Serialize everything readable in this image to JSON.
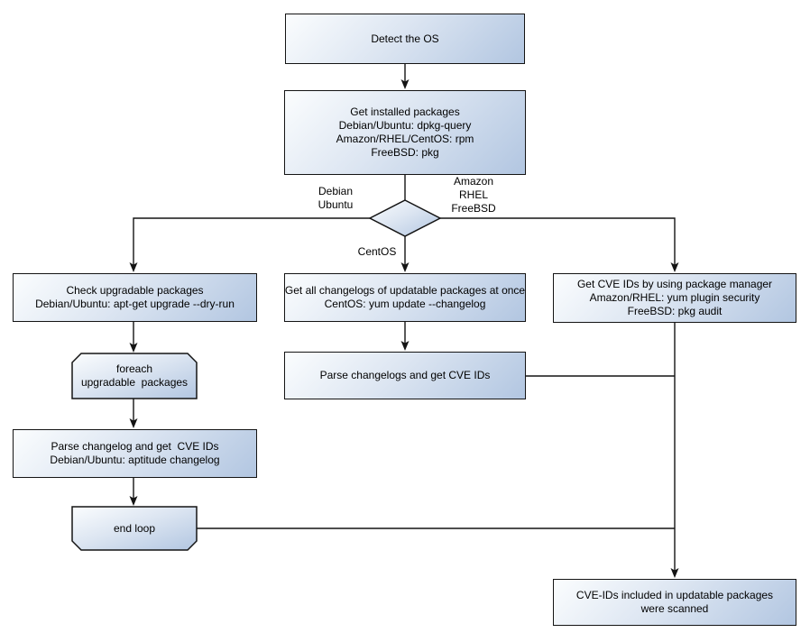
{
  "colors": {
    "background": "#ffffff",
    "node_fill_light": "#fbfdfe",
    "node_fill_dark": "#b2c6e1",
    "node_border": "#141414",
    "connector": "#141414",
    "text": "#000000"
  },
  "nodes": {
    "detect_os": {
      "lines": [
        "Detect the OS"
      ]
    },
    "get_installed": {
      "lines": [
        "Get installed packages",
        "Debian/Ubuntu: dpkg-query",
        "Amazon/RHEL/CentOS: rpm",
        "FreeBSD: pkg"
      ]
    },
    "check_upgradable": {
      "lines": [
        "Check upgradable packages",
        "Debian/Ubuntu: apt-get upgrade --dry-run"
      ]
    },
    "get_changelogs": {
      "lines": [
        "Get all changelogs of updatable packages at once",
        "CentOS: yum update --changelog"
      ]
    },
    "get_cve_ids": {
      "lines": [
        "Get CVE IDs by using package manager",
        "Amazon/RHEL: yum plugin security",
        "FreeBSD: pkg audit"
      ]
    },
    "foreach_loop": {
      "lines": [
        "foreach",
        "upgradable  packages"
      ]
    },
    "parse_changelog": {
      "lines": [
        "Parse changelog and get  CVE IDs",
        "Debian/Ubuntu: aptitude changelog"
      ]
    },
    "parse_changelogs": {
      "lines": [
        "Parse changelogs and get CVE IDs"
      ]
    },
    "end_loop": {
      "lines": [
        "end loop"
      ]
    },
    "scanned": {
      "lines": [
        "CVE-IDs included in updatable packages",
        "were scanned"
      ]
    }
  },
  "edge_labels": {
    "left_branch": {
      "lines": [
        "Debian",
        "Ubuntu"
      ]
    },
    "right_branch": {
      "lines": [
        "Amazon",
        "RHEL",
        "FreeBSD"
      ]
    },
    "down_branch": {
      "lines": [
        "CentOS"
      ]
    }
  },
  "edges": [
    {
      "from": "detect_os",
      "to": "get_installed",
      "label": ""
    },
    {
      "from": "get_installed",
      "to": "os_decision",
      "label": ""
    },
    {
      "from": "os_decision",
      "to": "check_upgradable",
      "label": "Debian Ubuntu"
    },
    {
      "from": "os_decision",
      "to": "get_changelogs",
      "label": "CentOS"
    },
    {
      "from": "os_decision",
      "to": "get_cve_ids",
      "label": "Amazon RHEL FreeBSD"
    },
    {
      "from": "check_upgradable",
      "to": "foreach_loop",
      "label": ""
    },
    {
      "from": "foreach_loop",
      "to": "parse_changelog",
      "label": ""
    },
    {
      "from": "parse_changelog",
      "to": "end_loop",
      "label": ""
    },
    {
      "from": "get_changelogs",
      "to": "parse_changelogs",
      "label": ""
    },
    {
      "from": "parse_changelogs",
      "to": "scanned",
      "label": ""
    },
    {
      "from": "end_loop",
      "to": "scanned",
      "label": ""
    },
    {
      "from": "get_cve_ids",
      "to": "scanned",
      "label": ""
    }
  ]
}
